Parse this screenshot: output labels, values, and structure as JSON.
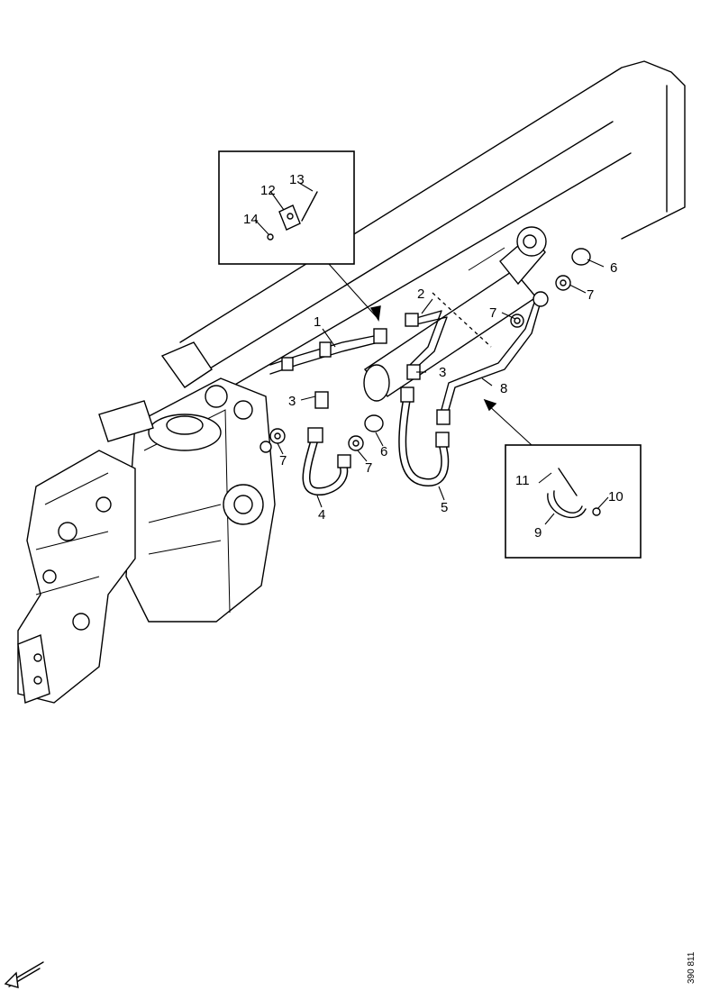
{
  "labels": {
    "l1": "1",
    "l2": "2",
    "l3a": "3",
    "l3b": "3",
    "l4": "4",
    "l5": "5",
    "l6a": "6",
    "l6b": "6",
    "l7a": "7",
    "l7b": "7",
    "l7c": "7",
    "l7d": "7",
    "l8": "8",
    "l9": "9",
    "l10": "10",
    "l11": "11",
    "l12": "12",
    "l13": "13",
    "l14": "14"
  },
  "doc_id": "390 811",
  "icons": {
    "orientation": "arrow-down-left-icon"
  }
}
